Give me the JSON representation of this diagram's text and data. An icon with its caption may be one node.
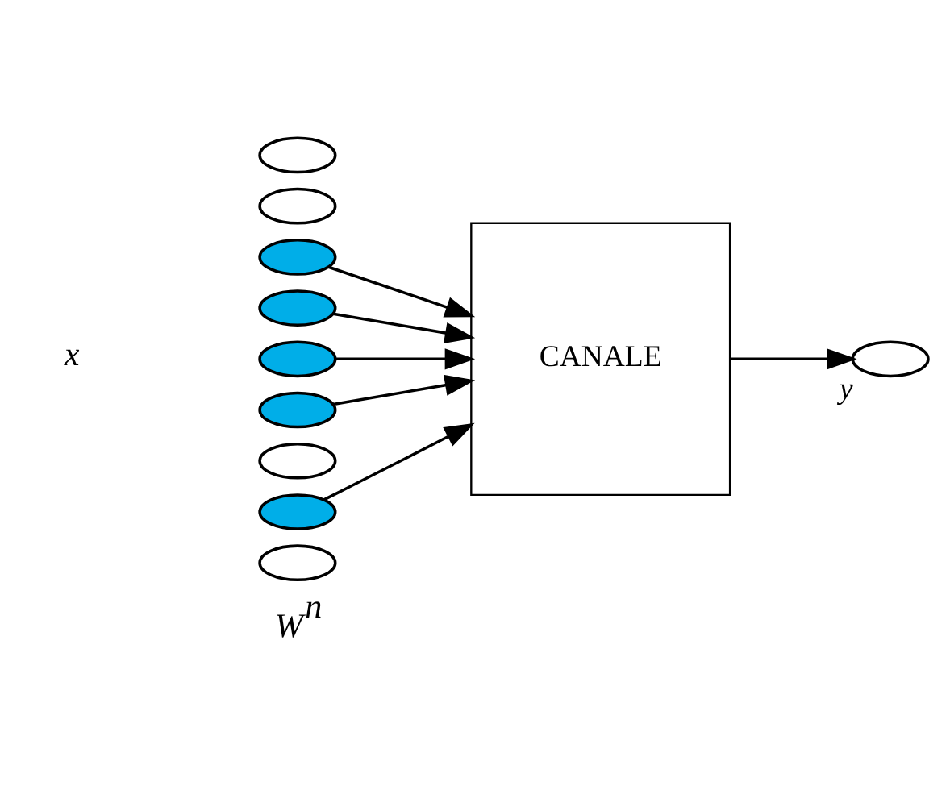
{
  "diagram": {
    "nodes": [
      {
        "text": [],
        "shape": "ellipse"
      },
      {
        "text": [],
        "shape": "ellipse"
      },
      {
        "text": [],
        "shape": "ellipse"
      },
      {
        "text": [],
        "shape": "ellipse"
      },
      {
        "text": [],
        "shape": "ellipse"
      },
      {
        "text": [],
        "shape": "ellipse"
      },
      {
        "text": [],
        "shape": "ellipse"
      },
      {
        "text": [],
        "shape": "ellipse"
      },
      {
        "text": [],
        "shape": "ellipse"
      },
      {
        "text": [
          "CANALE"
        ]
      },
      {
        "text": [],
        "shape": "ellipse",
        "beside": [
          "y"
        ]
      }
    ],
    "edges": [
      {
        "from": 2,
        "to": 9,
        "arrow": "to"
      },
      {
        "from": 3,
        "to": 9,
        "arrow": "to"
      },
      {
        "from": 4,
        "to": 9,
        "arrow": "to"
      },
      {
        "from": 5,
        "to": 9,
        "arrow": "to"
      },
      {
        "from": 7,
        "to": 9,
        "arrow": "to"
      },
      {
        "from": 9,
        "to": 10,
        "arrow": "to"
      }
    ],
    "labels": [
      "x",
      "W$^{n}$"
    ]
  }
}
